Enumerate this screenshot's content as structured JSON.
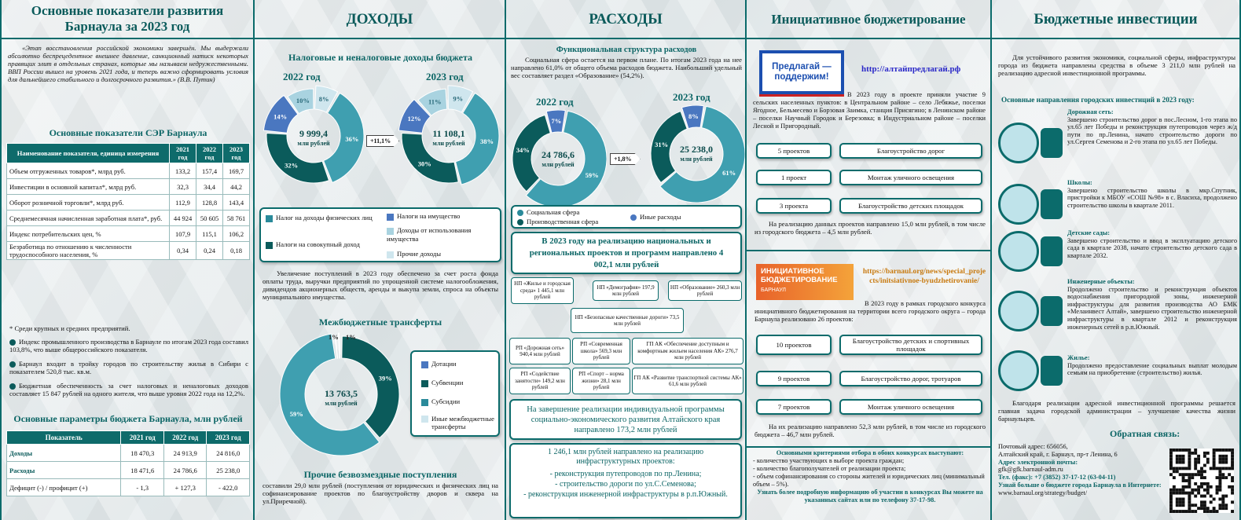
{
  "col1": {
    "title": "Основные показатели развития Барнаула за 2023 год",
    "quote": "«Этап восстановления российской экономики завершён. Мы выдержали абсолютно беспрецедентное внешнее давление, санкционный натиск некоторых правящих элит в отдельных странах, которые мы называем недружественными. ВВП России вышел на уровень 2021 года, и теперь важно сформировать условия для дальнейшего стабильного и долгосрочного развития.» (В.В. Путин)",
    "ser_title": "Основные показатели СЭР Барнаула",
    "ind_head": [
      "Наименование показателя, единица измерения",
      "2021 год",
      "2022 год",
      "2023 год"
    ],
    "ind_rows": [
      [
        "Объем отгруженных товаров*, млрд руб.",
        "133,2",
        "157,4",
        "169,7"
      ],
      [
        "Инвестиции в основной капитал*, млрд руб.",
        "32,3",
        "34,4",
        "44,2"
      ],
      [
        "Оборот розничной торговли*, млрд руб.",
        "112,9",
        "128,8",
        "143,4"
      ],
      [
        "Среднемесячная начисленная заработная плата*, руб.",
        "44 924",
        "50 605",
        "58 761"
      ],
      [
        "Индекс потребительских цен, %",
        "107,9",
        "115,1",
        "106,2"
      ],
      [
        "Безработица по отношению к численности трудоспособного населения, %",
        "0,34",
        "0,24",
        "0,18"
      ]
    ],
    "footnote": "* Среди крупных и средних предприятий.",
    "bullets": [
      "Индекс промышленного производства в Барнауле по итогам 2023 года составил 103,8%, что выше общероссийского показателя.",
      "Барнаул входит в тройку городов по строительству жилья в Сибири с показателем 520,8 тыс. кв.м.",
      "Бюджетная обеспеченность за счет налоговых и неналоговых доходов составляет 15 847 рублей на одного жителя, что выше уровня 2022 года на 12,2%."
    ],
    "par_title": "Основные параметры бюджета Барнаула, млн рублей",
    "par_head": [
      "Показатель",
      "2021 год",
      "2022 год",
      "2023 год"
    ],
    "par_rows": [
      [
        "Доходы",
        "18 470,3",
        "24 913,9",
        "24 816,0"
      ],
      [
        "Расходы",
        "18 471,6",
        "24 786,6",
        "25 238,0"
      ],
      [
        "Дефицит (-) / профицит (+)",
        "- 1,3",
        "+ 127,3",
        "- 422,0"
      ]
    ]
  },
  "col2": {
    "title": "ДОХОДЫ",
    "tax_title": "Налоговые и неналоговые доходы бюджета",
    "y2022": "2022 год",
    "y2023": "2023 год",
    "d1_total": "9 999,4",
    "d1_unit": "млн рублей",
    "d2_total": "11 108,1",
    "d2_unit": "млн рублей",
    "growth": "+11,1%",
    "legend": [
      "Налог на доходы физических лиц",
      "Налоги на совокупный доход",
      "Налоги на имущество",
      "Доходы от использования имущества",
      "Прочие доходы"
    ],
    "tax_text": "Увеличение поступлений в 2023 году обеспечено за счет роста фонда оплаты труда, выручки предприятий по упрощенной системе налогообложения, дивидендов акционерных обществ, аренды и выкупа земли, спроса на объекты муниципального имущества.",
    "mbt_title": "Межбюджетные трансферты",
    "mbt_total": "13 763,5",
    "mbt_unit": "млн рублей",
    "mbt_legend": [
      "Дотации",
      "Субвенции",
      "Субсидии",
      "Иные межбюджетные трансферты"
    ],
    "free_title": "Прочие безвозмездные поступления",
    "free_text": "составили 29,0 млн рублей (поступления от юридических и физических лиц на софинансирование проектов по благоустройству дворов и сквера на ул.Приречной)."
  },
  "col3": {
    "title": "РАСХОДЫ",
    "func_title": "Функциональная структура расходов",
    "func_text": "Социальная сфера остается на первом плане. По итогам 2023 года на нее направлено 61,0% от общего объема расходов бюджета. Наибольший удельный вес составляет раздел «Образование» (54,2%).",
    "y2022": "2022 год",
    "y2023": "2023 год",
    "d1_total": "24 786,6",
    "d1_unit": "млн рублей",
    "d2_total": "25 238,0",
    "d2_unit": "млн рублей",
    "growth": "+1,8%",
    "legend": [
      "Социальная сфера",
      "Производственная сфера",
      "Иные расходы"
    ],
    "np_title": "В 2023 году на реализацию национальных и региональных проектов и программ направлено 4 002,1 млн рублей",
    "np": [
      "НП «Жилье и городская среда» 1 445,1 млн рублей",
      "НП «Демография» 197,9 млн рублей",
      "НП «Образование» 260,3 млн рублей",
      "НП «Безопасные качественные дороги» 73,5 млн рублей",
      "РП «Дорожная сеть» 940,4 млн рублей",
      "РП «Современная школа» 569,3 млн рублей",
      "ГП АК «Обеспечение доступным и комфортным жильем населения АК» 276,7 млн рублей",
      "РП «Содействие занятости» 149,2 млн рублей",
      "РП «Спорт – норма жизни» 28,1 млн рублей",
      "ГП АК «Развитие транспортной системы АК» 61,6 млн рублей"
    ],
    "ip_text": "На завершение реализации индивидуальной программы социально-экономического развития Алтайского края направлено 173,2 млн рублей",
    "inf_title": "1 246,1 млн рублей направлено на реализацию инфраструктурных проектов:",
    "inf_items": [
      "реконструкция путепроводов по пр.Ленина;",
      "строительство дороги по ул.С.Семенова;",
      "реконструкция инженерной инфраструктуры в р.п.Южный."
    ]
  },
  "col4": {
    "title": "Инициативное бюджетирование",
    "logo1": "Предлагай — поддержим!",
    "url1": "http://алтайпредлагай.рф",
    "text1": "В 2023 году в проекте приняли участие 9 сельских населенных пунктов: в Центральном районе – село Лебяжье, поселки Ягодное, Бельмесево и Борзовая Заимка, станция Присягино; в Ленинском районе – поселки Научный Городок и Березовка; в Индустриальном районе – поселки Лесной и Пригородный.",
    "rows1": [
      [
        "5 проектов",
        "Благоустройство дорог"
      ],
      [
        "1 проект",
        "Монтаж уличного освещения"
      ],
      [
        "3 проекта",
        "Благоустройство детских площадок"
      ]
    ],
    "sum1": "На реализацию данных проектов направлено 15,0 млн рублей, в том числе из городского бюджета – 4,5 млн рублей.",
    "logo2a": "ИНИЦИАТИВНОЕ БЮДЖЕТИРОВАНИЕ",
    "logo2b": "БАРНАУЛ",
    "url2": "https://barnaul.org/news/special_projects/initsiativnoe-byudzhetirovanie/",
    "text2": "В 2023 году в рамках городского конкурса инициативного бюджетирования на территории всего городского округа – города Барнаула реализовано 26 проектов:",
    "rows2": [
      [
        "10 проектов",
        "Благоустройство детских и спортивных площадок"
      ],
      [
        "9 проектов",
        "Благоустройство дорог, тротуаров"
      ],
      [
        "7 проектов",
        "Монтаж уличного освещения"
      ]
    ],
    "sum2": "На их реализацию направлено 52,3 млн рублей, в том числе из городского бюджета – 46,7 млн рублей.",
    "crit_title": "Основными критериями отбора в обоих конкурсах выступают:",
    "crit": [
      "- количество участвующих в выборе проекта граждан;",
      "- количество благополучателей от реализации проекта;",
      "- объем софинансирования со стороны жителей и юридических лиц (минимальный объем – 5%)."
    ],
    "more": "Узнать более подробную информацию об участии в конкурсах Вы можете на указанных сайтах или по телефону 37-17-98."
  },
  "col5": {
    "title": "Бюджетные инвестиции",
    "intro": "Для устойчивого развития экономики, социальной сферы, инфраструктуры города из бюджета направлены средства в объеме 3 211,0 млн рублей на реализацию адресной инвестиционной программы.",
    "dir_title": "Основные направления городских инвестиций в 2023 году:",
    "items": [
      {
        "h": "Дорожная сеть:",
        "t": "Завершено строительство дорог в пос.Лесном, 1-го этапа по ул.65 лет Победы и реконструкция путепроводов через ж/д пути по пр.Ленина, начато строительство дороги по ул.Сергея Семенова и 2-го этапа по ул.65 лет Победы."
      },
      {
        "h": "Школы:",
        "t": "Завершено строительство школы в мкр.Спутник, пристройки к МБОУ «СОШ №98» в с. Власиха, продолжено строительство школы в квартале 2011."
      },
      {
        "h": "Детские сады:",
        "t": "Завершено строительство и ввод в эксплуатацию детского сада в квартале 2038, начато строительство детского сада в квартале 2032."
      },
      {
        "h": "Инженерные объекты:",
        "t": "Продолжено строительство и реконструкция объектов водоснабжения пригородной зоны, инженерной инфраструктуры для развития производства АО БМК «Мелаинвест Алтай», завершено строительство инженерной инфраструктуры в квартале 2012 и реконструкция инженерных сетей в р.п.Южный."
      },
      {
        "h": "Жилье:",
        "t": "Продолжено предоставление социальных выплат молодым семьям на приобретение (строительство) жилья."
      }
    ],
    "outro": "Благодаря реализации адресной инвестиционной программы решается главная задача городской администрации – улучшение качества жизни барнаульцев.",
    "fb_title": "Обратная связь:",
    "addr_l": "Почтовый адрес: 656056,",
    "addr": "Алтайский край, г. Барнаул, пр-т Ленина, 6",
    "email_l": "Адрес электронной почты:",
    "email": "gfk@gfk.barnaul-adm.ru",
    "tel": "Тел. (факс): +7 (3852) 37-17-12 (63-04-11)",
    "more_l": "Узнай больше о бюджете города Барнаула в Интернете:",
    "site": "www.barnaul.org/strategy/budget/"
  },
  "chart_data": [
    {
      "type": "pie",
      "title": "2022 год",
      "unit": "млн рублей",
      "total": "9 999,4",
      "values": [
        36,
        32,
        14,
        10,
        8
      ]
    },
    {
      "type": "pie",
      "title": "2023 год",
      "unit": "млн рублей",
      "total": "11 108,1",
      "values": [
        38,
        30,
        12,
        11,
        9
      ]
    },
    {
      "type": "pie",
      "title": "Межбюджетные трансферты",
      "unit": "млн рублей",
      "total": "13 763,5",
      "values": [
        1,
        39,
        59,
        1
      ]
    },
    {
      "type": "pie",
      "title": "2022 год",
      "unit": "млн рублей",
      "total": "24 786,6",
      "values": [
        59,
        34,
        7
      ]
    },
    {
      "type": "pie",
      "title": "2023 год",
      "unit": "млн рублей",
      "total": "25 238,0",
      "values": [
        61,
        31,
        8
      ]
    }
  ],
  "colors": {
    "teal_dark": "#0b5b5b",
    "teal": "#2a8a9a",
    "teal_mid": "#3f9fb0",
    "light": "#a9d3e0",
    "pale": "#cfe6ee",
    "blue": "#4a77c0"
  }
}
